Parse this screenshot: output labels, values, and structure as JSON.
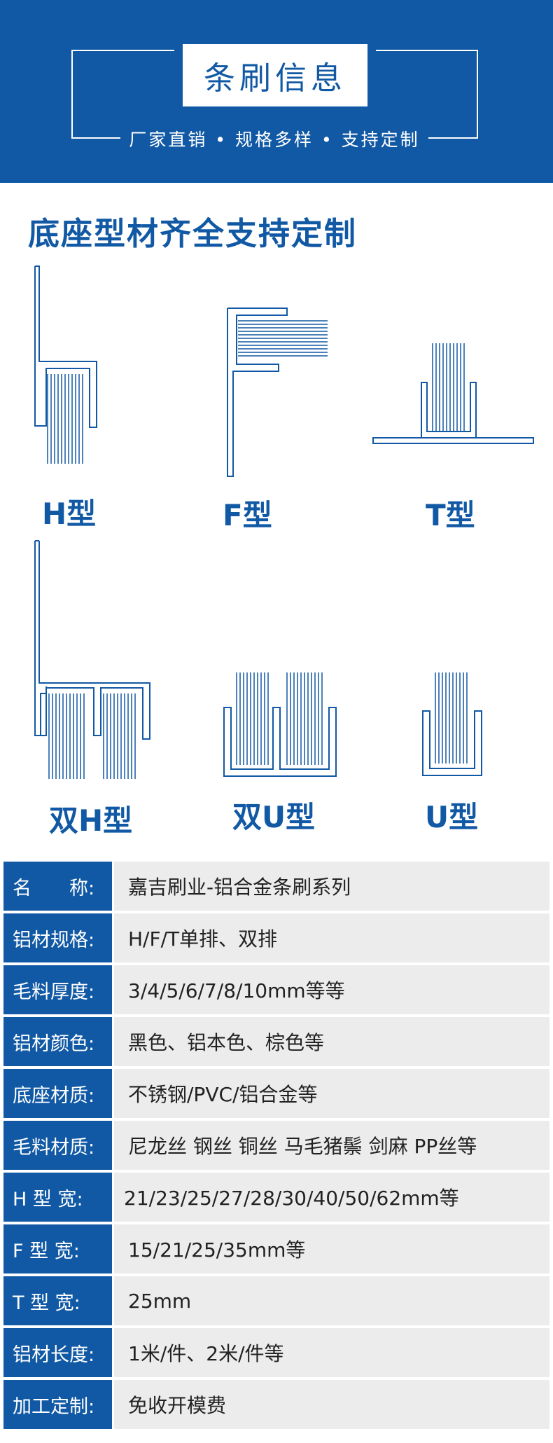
{
  "banner": {
    "title": "条刷信息",
    "subtitle": "厂家直销 • 规格多样 • 支持定制",
    "colors": {
      "brand": "#1159a4",
      "text_on_brand": "#ffffff"
    }
  },
  "section_title": "底座型材齐全支持定制",
  "profiles": [
    {
      "label": "H型"
    },
    {
      "label": "F型"
    },
    {
      "label": "T型"
    },
    {
      "label": "双H型"
    },
    {
      "label": "双U型"
    },
    {
      "label": "U型"
    }
  ],
  "specs": [
    {
      "key": "名　　称:",
      "value": "嘉吉刷业-铝合金条刷系列"
    },
    {
      "key": "铝材规格:",
      "value": "H/F/T单排、双排"
    },
    {
      "key": "毛料厚度:",
      "value": "3/4/5/6/7/8/10mm等等"
    },
    {
      "key": "铝材颜色:",
      "value": "黑色、铝本色、棕色等"
    },
    {
      "key": "底座材质:",
      "value": "不锈钢/PVC/铝合金等"
    },
    {
      "key": "毛料材质:",
      "value": "尼龙丝 钢丝 铜丝 马毛猪鬃 剑麻 PP丝等"
    },
    {
      "key": "H 型 宽:",
      "value": "21/23/25/27/28/30/40/50/62mm等"
    },
    {
      "key": "F 型 宽:",
      "value": "15/21/25/35mm等"
    },
    {
      "key": "T 型 宽:",
      "value": "25mm"
    },
    {
      "key": "铝材长度:",
      "value": "1米/件、2米/件等"
    },
    {
      "key": "加工定制:",
      "value": "免收开模费"
    }
  ]
}
